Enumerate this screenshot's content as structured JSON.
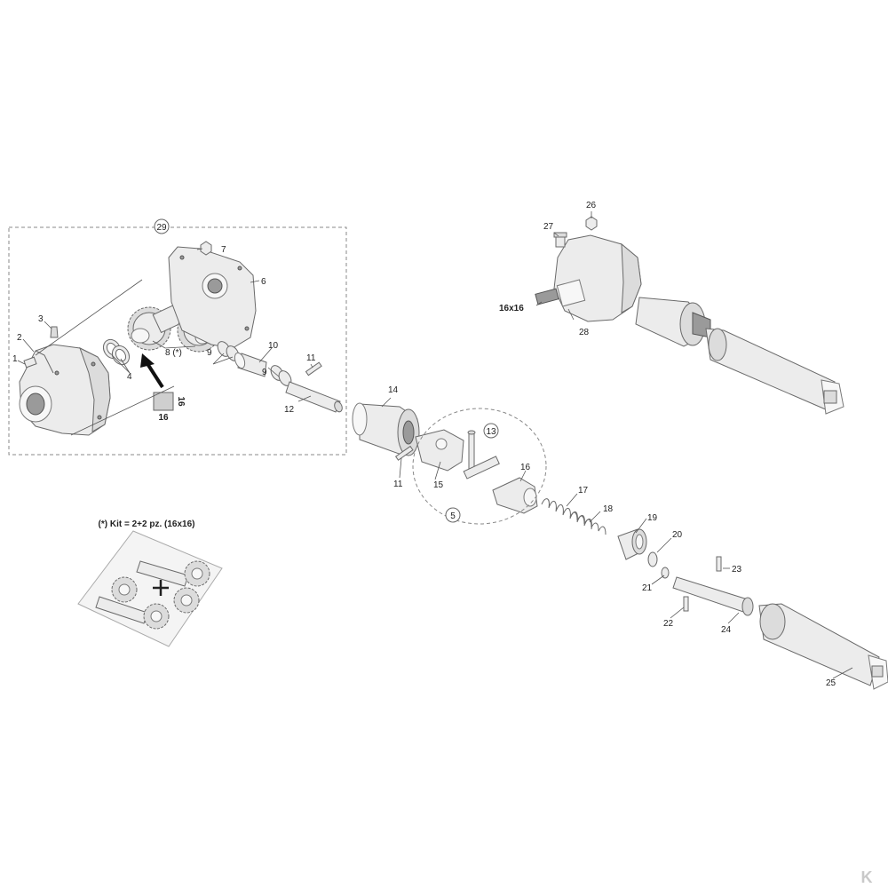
{
  "labels": {
    "p1": "1",
    "p2": "2",
    "p3": "3",
    "p4": "4",
    "p5": "5",
    "p6": "6",
    "p7": "7",
    "p8": "8 (*)",
    "p9a": "9",
    "p9b": "9",
    "p10": "10",
    "p11a": "11",
    "p11b": "11",
    "p12": "12",
    "p13": "13",
    "p14": "14",
    "p15": "15",
    "p16": "16",
    "p17": "17",
    "p18": "18",
    "p19": "19",
    "p20": "20",
    "p21": "21",
    "p22": "22",
    "p23": "23",
    "p24": "24",
    "p25": "25",
    "p26": "26",
    "p27": "27",
    "p28": "28",
    "p29": "29"
  },
  "size_label": "16x16",
  "size_box_top": "16",
  "size_box_side": "16",
  "kit_note": "(*) Kit = 2+2 pz. (16x16)",
  "brand_mark": "K"
}
